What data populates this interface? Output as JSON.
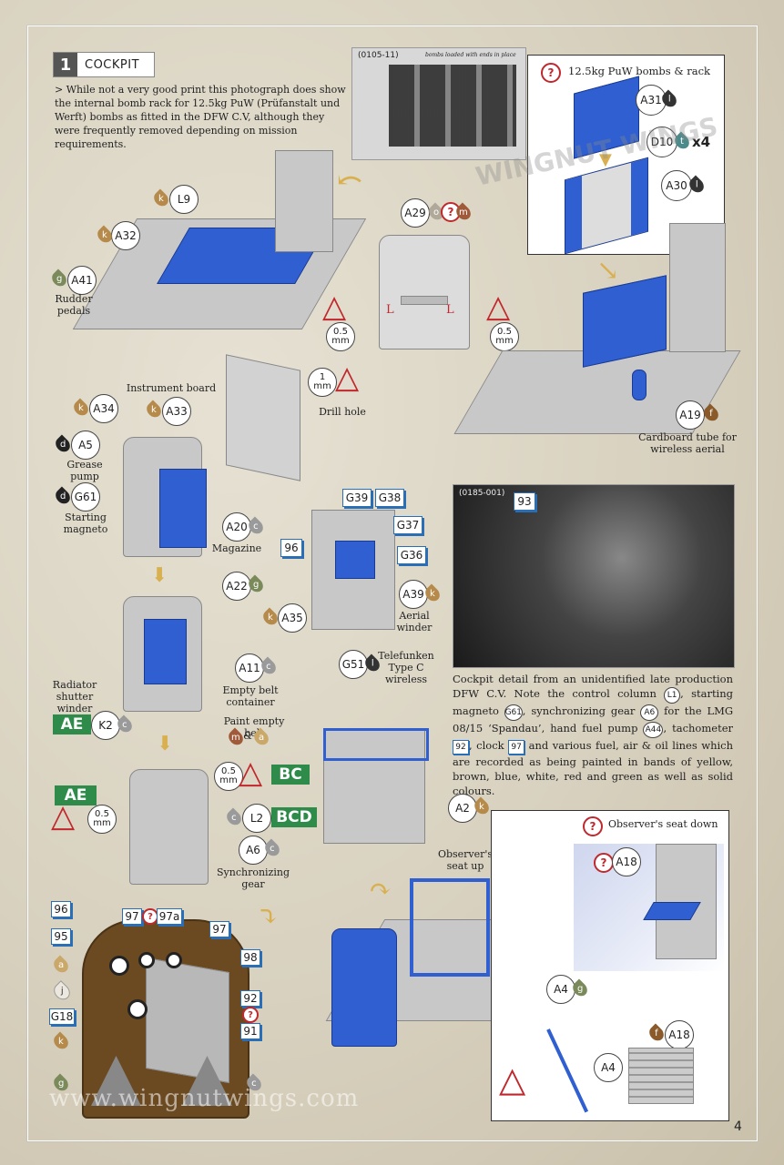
{
  "step": {
    "number": "1",
    "title": "COCKPIT"
  },
  "intro": "> While not a very good print this photograph does show the internal bomb rack for 12.5kg PuW (Prüfanstalt und Werft) bombs as fitted in the DFW C.V, although they were frequently removed depending on mission requirements.",
  "photo1": {
    "id": "(0105-11)",
    "handwriting": "bombs loaded with ends in place"
  },
  "bomb_box": {
    "title": "12.5kg PuW bombs & rack",
    "parts": [
      "A31",
      "D10",
      "A30"
    ],
    "qty": "x4",
    "paint": [
      "l",
      "t",
      "l"
    ]
  },
  "watermark": "WINGNUT WINGS",
  "parts": {
    "L9": "L9",
    "A32": "A32",
    "A41": "A41",
    "A29": "A29",
    "A34": "A34",
    "A33": "A33",
    "A5": "A5",
    "G61": "G61",
    "A20": "A20",
    "A22": "A22",
    "G39": "G39",
    "G38": "G38",
    "G37": "G37",
    "G36": "G36",
    "A39": "A39",
    "A35": "A35",
    "G51": "G51",
    "A19": "A19",
    "A11": "A11",
    "K2": "K2",
    "L2": "L2",
    "A6": "A6",
    "A2": "A2",
    "A18": "A18",
    "A4": "A4",
    "A18b": "A18",
    "A4b": "A4",
    "L": "L",
    "L2lbl": "L"
  },
  "paints": {
    "L9": "k",
    "A32": "k",
    "A41": "g",
    "A29a": "o",
    "A29b": "m",
    "A34": "k",
    "A33": "k",
    "A5": "d",
    "G61": "d",
    "A20": "c",
    "A22": "g",
    "A39": "k",
    "A35": "k",
    "G51": "l",
    "A19": "f",
    "A11": "c",
    "K2": "c",
    "L2": "c",
    "A6": "c",
    "A2": "k",
    "A4": "g",
    "A18b": "f",
    "m": "m",
    "a": "a"
  },
  "dims": {
    "d1": "0.5",
    "d1u": "mm",
    "d2": "0.5",
    "d2u": "mm",
    "d3": "1",
    "d3u": "mm",
    "d4": "0.5",
    "d4u": "mm",
    "d5": "0.5",
    "d5u": "mm"
  },
  "labels": {
    "rudder": "Rudder pedals",
    "instrument": "Instrument board",
    "drill": "Drill hole",
    "grease": "Grease pump",
    "starting": "Starting magneto",
    "magazine": "Magazine",
    "aerial": "Aerial winder",
    "telefunken": "Telefunken Type C wireless",
    "cardboard": "Cardboard tube for wireless aerial",
    "empty_belt": "Empty belt container",
    "paint_empty": "Paint empty belt",
    "amp": "&",
    "radiator": "Radiator shutter winder",
    "sync": "Synchronizing gear",
    "obs_up": "Observer's seat up",
    "obs_down": "Observer's seat down"
  },
  "codes": {
    "ae1": "AE",
    "bc": "BC",
    "ae2": "AE",
    "bcd": "BCD"
  },
  "photo2": {
    "id": "(0185-001)",
    "ref": "93"
  },
  "caption_parts": [
    "Cockpit detail from an unidentified late production DFW C.V. Note the control column",
    "L1",
    ", starting magneto",
    "G61",
    ", synchronizing gear",
    "A6",
    "for the LMG 08/15 ‘Spandau’, hand fuel pump",
    "A44",
    ", tachometer",
    "92",
    ", clock",
    "97",
    "and various fuel, air & oil lines which are recorded as being painted in bands of yellow, brown, blue, white, red and green as well as solid colours."
  ],
  "panel_refs": {
    "r96": "96",
    "r95": "95",
    "r97": "97",
    "r97a": "97a",
    "r97b": "97",
    "r98": "98",
    "r92": "92",
    "r91": "91",
    "G18": "G18",
    "pa": "a",
    "pj": "j",
    "pk": "k",
    "pg": "g",
    "pc": "c"
  },
  "footer": {
    "url": "www.wingnutwings.com",
    "page": "4"
  },
  "colors": {
    "accent_blue": "#2f5fd0",
    "code_green": "#2e8b4a",
    "warn_red": "#c0282d",
    "paint_k": "#b58a4a",
    "paint_g": "#7b8a5a",
    "paint_c": "#9a9a9a",
    "paint_d": "#222222",
    "paint_l": "#333333",
    "paint_f": "#8a5a2a"
  }
}
